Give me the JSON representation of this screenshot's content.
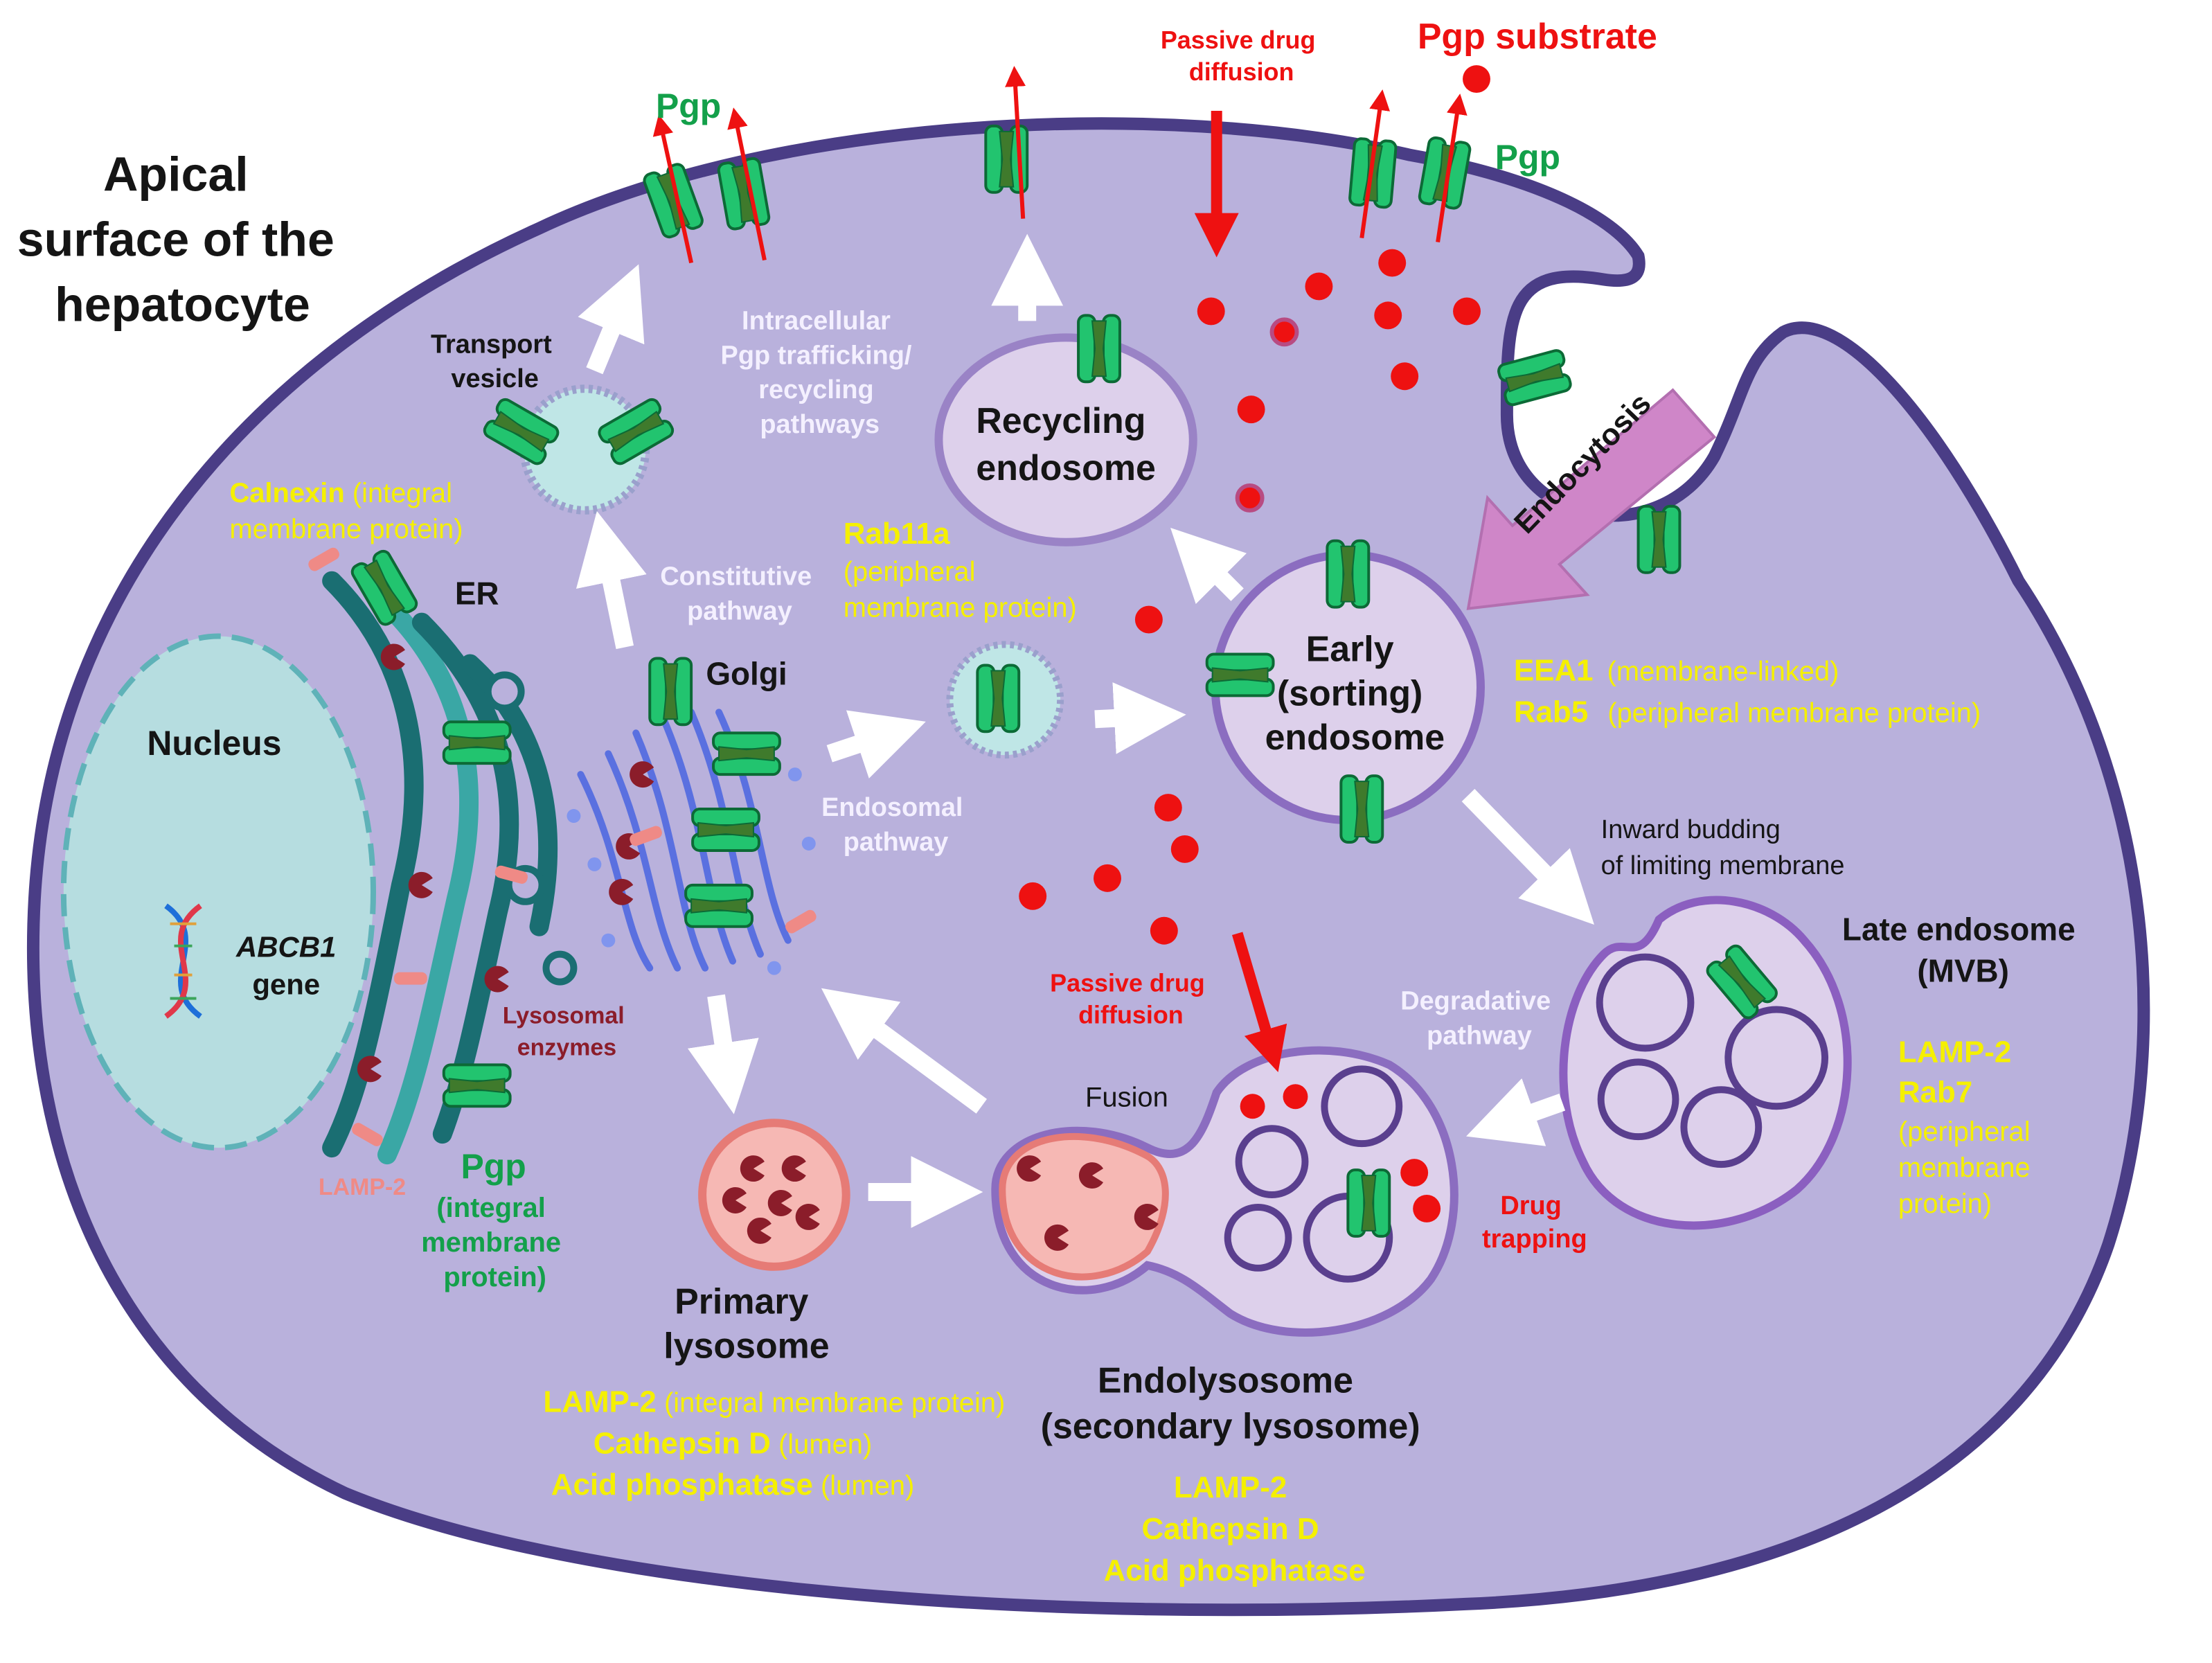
{
  "colors": {
    "cell_fill": "#b9b1dc",
    "cell_border": "#4a3d86",
    "nucleus_fill": "#b6dde0",
    "pgp_green": "#1fbf6a",
    "pgp_dark": "#3f7a2c",
    "drug_red": "#ee1111",
    "label_yellow": "#f5f000",
    "label_white": "#f4f0ff",
    "lysosome_pink": "#f6b8b4",
    "endosome_lilac": "#ded0ec",
    "endocytosis_arrow": "#cf86c8"
  },
  "labels": {
    "apical": [
      "Apical",
      "surface of the",
      "hepatocyte"
    ],
    "nucleus": "Nucleus",
    "gene_name": "ABCB1",
    "gene": "gene",
    "er": "ER",
    "golgi": "Golgi",
    "calnexin_name": "Calnexin",
    "calnexin_note1": " (integral",
    "calnexin_note2": "membrane protein)",
    "transport_vesicle": [
      "Transport",
      "vesicle"
    ],
    "pgp": "Pgp",
    "pgp_integral": [
      "(integral",
      "membrane",
      "protein)"
    ],
    "lamp2_er": "LAMP-2",
    "lysosomal_enzymes": [
      "Lysosomal",
      "enzymes"
    ],
    "constitutive": [
      "Constitutive",
      "pathway"
    ],
    "intracellular": [
      "Intracellular",
      "Pgp trafficking/",
      "recycling",
      "pathways"
    ],
    "recycling_endosome": [
      "Recycling",
      "endosome"
    ],
    "rab11a_name": "Rab11a",
    "rab11a_note": [
      "(peripheral",
      "membrane protein)"
    ],
    "endosomal_pathway": [
      "Endosomal",
      "pathway"
    ],
    "early_endosome": [
      "Early",
      "(sorting)",
      "endosome"
    ],
    "eea1_name": "EEA1",
    "eea1_note": "(membrane-linked)",
    "rab5_name": "Rab5",
    "rab5_note": "(peripheral membrane protein)",
    "passive_top": [
      "Passive drug",
      "diffusion"
    ],
    "pgp_substrate": "Pgp substrate",
    "endocytosis": "Endocytosis",
    "inward_budding": [
      "Inward budding",
      "of limiting membrane"
    ],
    "late_endosome": [
      "Late endosome",
      "(MVB)"
    ],
    "late_markers": [
      "LAMP-2",
      "Rab7"
    ],
    "late_note": [
      "(peripheral",
      "membrane",
      "protein)"
    ],
    "degradative": [
      "Degradative",
      "pathway"
    ],
    "passive_bottom": [
      "Passive drug",
      "diffusion"
    ],
    "fusion": "Fusion",
    "drug_trapping": [
      "Drug",
      "trapping"
    ],
    "primary_lysosome": [
      "Primary",
      "lysosome"
    ],
    "primary_markers": [
      {
        "name": "LAMP-2",
        "note": " (integral membrane protein)"
      },
      {
        "name": "Cathepsin D",
        "note": " (lumen)"
      },
      {
        "name": "Acid phosphatase",
        "note": " (lumen)"
      }
    ],
    "endolysosome": [
      "Endolysosome",
      "(secondary lysosome)"
    ],
    "endo_markers": [
      "LAMP-2",
      "Cathepsin D",
      "Acid phosphatase"
    ]
  }
}
